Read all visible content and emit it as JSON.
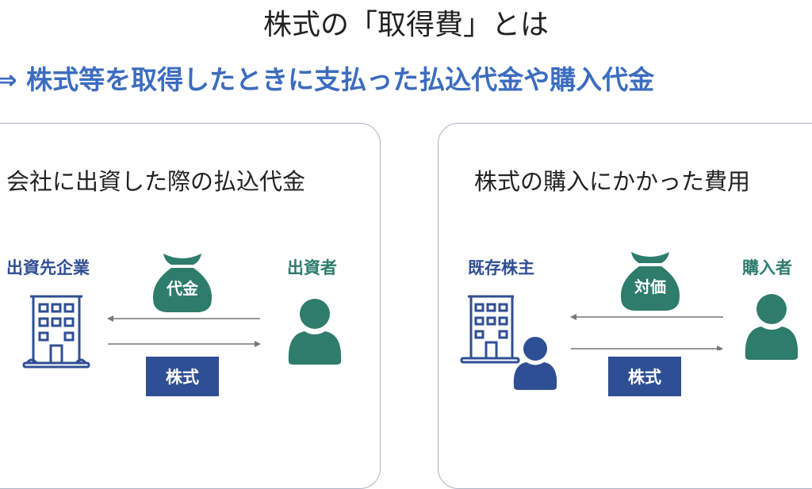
{
  "title": "株式の「取得費」とは",
  "subtitle": "⇒ 株式等を取得したときに支払った払込代金や購入代金",
  "left_card": {
    "title": "会社に出資した際の払込代金",
    "company_label": "出資先企業",
    "person_label": "出資者",
    "money_label": "代金",
    "stock_label": "株式"
  },
  "right_card": {
    "title": "株式の購入にかかった費用",
    "seller_label": "既存株主",
    "buyer_label": "購入者",
    "money_label": "対価",
    "stock_label": "株式"
  },
  "colors": {
    "navy": "#2f4f94",
    "green": "#2e7c6c",
    "accent_blue": "#3c6cbf"
  }
}
